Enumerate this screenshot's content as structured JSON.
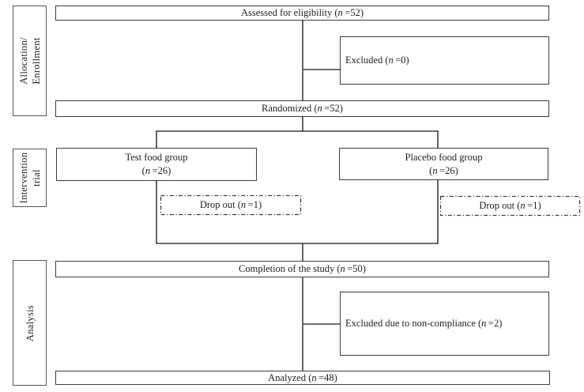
{
  "figure": {
    "type": "CONSORT participant flow diagram",
    "background": "#ffffff",
    "line_color": "#3d3d3d",
    "text_color": "#222222"
  },
  "sidebar": {
    "sections": [
      {
        "id": "allocation-enrollment",
        "label": "Allocation/\nEnrollment"
      },
      {
        "id": "intervention-trial",
        "label": "Intervention\ntrial"
      },
      {
        "id": "analysis",
        "label": "Analysis"
      }
    ]
  },
  "boxes": {
    "assessed": {
      "label": "Assessed for eligibility (n =52)"
    },
    "excluded": {
      "label": "Excluded (n =0)"
    },
    "randomized": {
      "label": "Randomized (n =52)"
    },
    "test_group": {
      "line1": "Test food group",
      "line2": "(n =26)"
    },
    "placebo_group": {
      "line1": "Placebo food group",
      "line2": "(n =26)"
    },
    "dropout_left": {
      "label": "Drop out (n =1)"
    },
    "dropout_right": {
      "label": "Drop out (n =1)"
    },
    "completion": {
      "label": "Completion of the study (n =50)"
    },
    "excluded_noncompliance": {
      "label": "Excluded due to non-compliance (n =2)"
    },
    "analyzed": {
      "label": "Analyzed (n =48)"
    }
  }
}
